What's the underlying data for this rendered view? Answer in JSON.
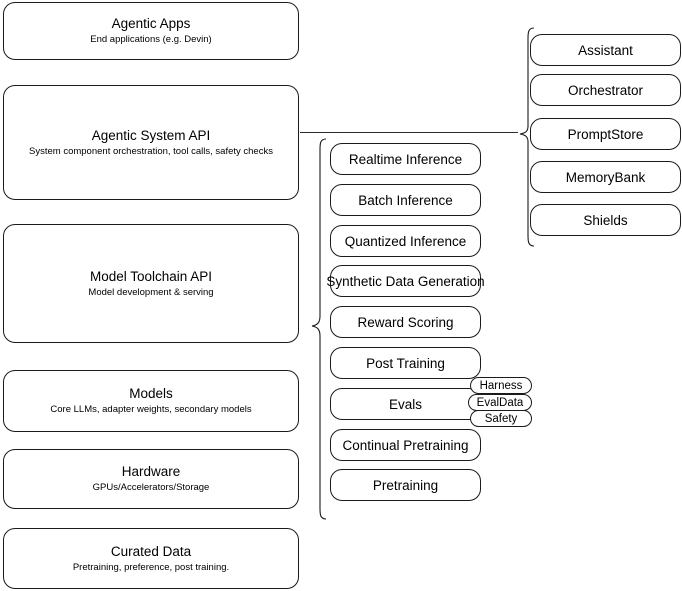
{
  "diagram": {
    "title": "Agentic AI Stack Diagram",
    "stroke_color": "#1a1a1a",
    "background_color": "#ffffff",
    "layers": [
      {
        "name": "agentic-apps",
        "title": "Agentic Apps",
        "subtitle": "End applications (e.g. Devin)"
      },
      {
        "name": "agentic-system-api",
        "title": "Agentic System API",
        "subtitle": "System component orchestration, tool calls, safety checks"
      },
      {
        "name": "model-toolchain-api",
        "title": "Model Toolchain API",
        "subtitle": "Model development & serving"
      },
      {
        "name": "models",
        "title": "Models",
        "subtitle": "Core LLMs, adapter weights, secondary models"
      },
      {
        "name": "hardware",
        "title": "Hardware",
        "subtitle": "GPUs/Accelerators/Storage"
      },
      {
        "name": "curated-data",
        "title": "Curated Data",
        "subtitle": "Pretraining, preference, post training."
      }
    ],
    "toolchain_components": [
      {
        "name": "realtime-inference",
        "label": "Realtime Inference"
      },
      {
        "name": "batch-inference",
        "label": "Batch Inference"
      },
      {
        "name": "quantized-inference",
        "label": "Quantized Inference"
      },
      {
        "name": "synthetic-data-generation",
        "label": "Synthetic Data Generation"
      },
      {
        "name": "reward-scoring",
        "label": "Reward Scoring"
      },
      {
        "name": "post-training",
        "label": "Post Training"
      },
      {
        "name": "evals",
        "label": "Evals"
      },
      {
        "name": "continual-pretraining",
        "label": "Continual Pretraining"
      },
      {
        "name": "pretraining",
        "label": "Pretraining"
      }
    ],
    "system_components": [
      {
        "name": "assistant",
        "label": "Assistant"
      },
      {
        "name": "orchestrator",
        "label": "Orchestrator"
      },
      {
        "name": "promptstore",
        "label": "PromptStore"
      },
      {
        "name": "memorybank",
        "label": "MemoryBank"
      },
      {
        "name": "shields",
        "label": "Shields"
      }
    ],
    "evals_subcomponents": [
      {
        "name": "harness",
        "label": "Harness"
      },
      {
        "name": "evaldata",
        "label": "EvalData"
      },
      {
        "name": "safety",
        "label": "Safety"
      }
    ]
  }
}
